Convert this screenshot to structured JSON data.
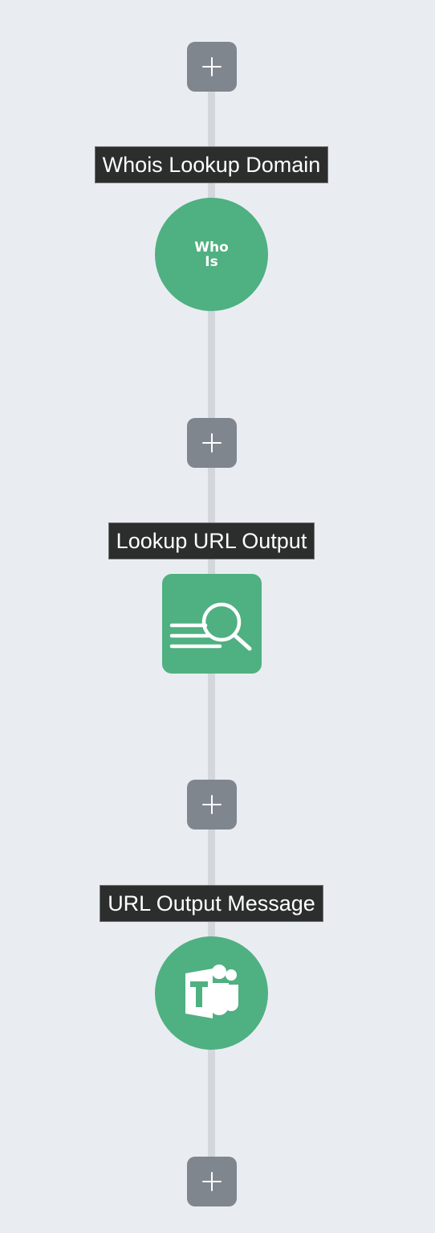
{
  "canvas": {
    "background": "#e9edf1",
    "connector_color": "#d3d7dc"
  },
  "add_button": {
    "icon": "plus-icon",
    "color": "#80868e"
  },
  "steps": [
    {
      "label": "Whois Lookup Domain",
      "node_shape": "circle",
      "node_icon": "whois-icon",
      "node_text": [
        "Who",
        "Is"
      ],
      "node_color": "#4fb081"
    },
    {
      "label": "Lookup URL Output",
      "node_shape": "rounded-square",
      "node_icon": "lookup-search-icon",
      "node_color": "#4fb081"
    },
    {
      "label": "URL Output Message",
      "node_shape": "circle",
      "node_icon": "microsoft-teams-icon",
      "node_color": "#4fb081"
    }
  ]
}
